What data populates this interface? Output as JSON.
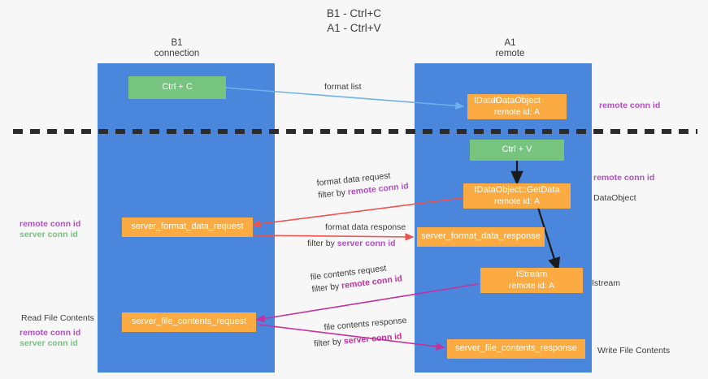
{
  "title": {
    "line1": "B1 - Ctrl+C",
    "line2": "A1 - Ctrl+V"
  },
  "columns": [
    {
      "name": "b1",
      "title": "B1",
      "subtitle": "connection"
    },
    {
      "name": "a1",
      "title": "A1",
      "subtitle": "remote"
    }
  ],
  "colors": {
    "lane": "#4a86db",
    "node_orange": "#fbab42",
    "node_green": "#76c47e",
    "accent_purple": "#b24fc4",
    "accent_magenta": "#c4309d",
    "accent_red": "#ef5350",
    "accent_blue": "#6cb3e8",
    "divider": "#2b2b2b",
    "background": "#f7f7f7"
  },
  "nodes": {
    "ctrl_c": {
      "label": "Ctrl + C"
    },
    "ctrl_v": {
      "label": "Ctrl + V"
    },
    "idataobject": {
      "label": "IDataObject",
      "sub": "remote id: A",
      "overlap": "IDataO"
    },
    "getdata": {
      "label": "IDataObject::GetData",
      "sub": "remote id: A"
    },
    "istream": {
      "label": "IStream",
      "sub": "remote id: A"
    },
    "server_format_data_request": {
      "label": "server_format_data_request"
    },
    "server_format_data_response": {
      "label": "server_format_data_response"
    },
    "server_file_contents_request": {
      "label": "server_file_contents_request"
    },
    "server_file_contents_response": {
      "label": "server_file_contents_response"
    }
  },
  "edge_labels": {
    "format_list": {
      "text": "format list"
    },
    "format_data_request": {
      "text": "format data request",
      "filter_prefix": "filter by ",
      "filter_key": "remote conn id"
    },
    "format_data_response": {
      "text": "format data response",
      "filter_prefix": "filter by ",
      "filter_key": "server conn id"
    },
    "file_contents_request": {
      "text": "file contents request",
      "filter_prefix": "filter by ",
      "filter_key": "remote conn id"
    },
    "file_contents_response": {
      "text": "file contents response",
      "filter_prefix": "filter by ",
      "filter_key": "server conn id"
    }
  },
  "side_labels": {
    "right_remote_conn_id_top": "remote conn id",
    "right_remote_conn_id_mid": "remote conn id",
    "right_dataobject": "DataObject",
    "right_istream": "Istream",
    "right_write_file_contents": "Write File Contents",
    "left_remote_conn_id_mid": "remote conn id",
    "left_server_conn_id_mid": "server conn id",
    "left_read_file_contents": "Read File Contents",
    "left_remote_conn_id_bot": "remote conn id",
    "left_server_conn_id_bot": "server conn id"
  }
}
